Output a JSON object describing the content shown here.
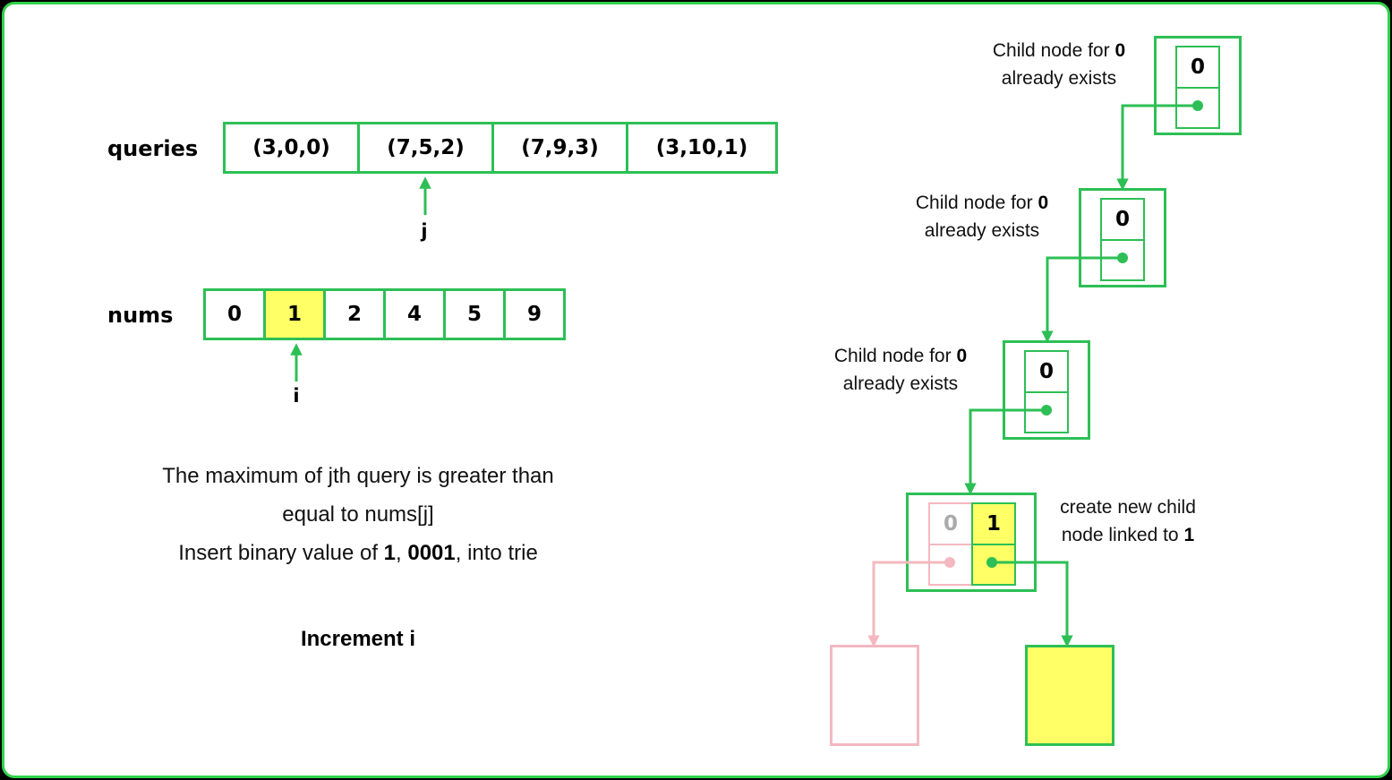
{
  "queries": {
    "label": "queries",
    "items": [
      "(3,0,0)",
      "(7,5,2)",
      "(7,9,3)",
      "(3,10,1)"
    ],
    "pointer": "j"
  },
  "nums": {
    "label": "nums",
    "items": [
      "0",
      "1",
      "2",
      "4",
      "5",
      "9"
    ],
    "highlight_index": 1,
    "pointer": "i"
  },
  "description": {
    "line1": "The maximum of  jth query is greater than",
    "line2": "equal to nums[j]",
    "line3_a": "Insert binary value of ",
    "line3_b": "1",
    "line3_c": ", ",
    "line3_d": "0001",
    "line3_e": ", into trie",
    "action": "Increment i"
  },
  "trie": {
    "notes": [
      {
        "text_a": "Child node for ",
        "text_b": "0",
        "text_c": "already exists"
      },
      {
        "text_a": "Child node for ",
        "text_b": "0",
        "text_c": "already exists"
      },
      {
        "text_a": "Child node for ",
        "text_b": "0",
        "text_c": "already exists"
      }
    ],
    "nodes": [
      {
        "bit": "0"
      },
      {
        "bit": "0"
      },
      {
        "bit": "0"
      }
    ],
    "last_node": {
      "bit0": "0",
      "bit1": "1"
    },
    "new_child_note": {
      "text_a": "create new child",
      "text_b": "node linked to ",
      "text_c": "1"
    }
  },
  "colors": {
    "border_green": "#2dbf55",
    "frame_green": "#2fd24a",
    "highlight_yellow": "#ffff66",
    "faded_pink": "#f4b8c0",
    "faded_text": "#aaaaaa"
  }
}
